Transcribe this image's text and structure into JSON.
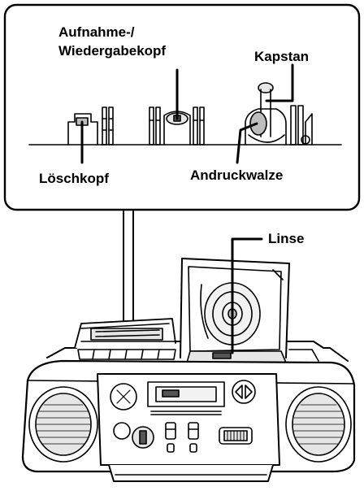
{
  "labels": {
    "record_playback_head_line1": "Aufnahme-/",
    "record_playback_head_line2": "Wiedergabekopf",
    "capstan": "Kapstan",
    "erase_head": "Löschkopf",
    "pinch_roller": "Andruckwalze",
    "lens": "Linse"
  },
  "colors": {
    "stroke": "#000000",
    "background": "#ffffff",
    "fill_light": "#e6e6e6",
    "fill_mid": "#bdbdbd",
    "fill_dark": "#555555"
  }
}
